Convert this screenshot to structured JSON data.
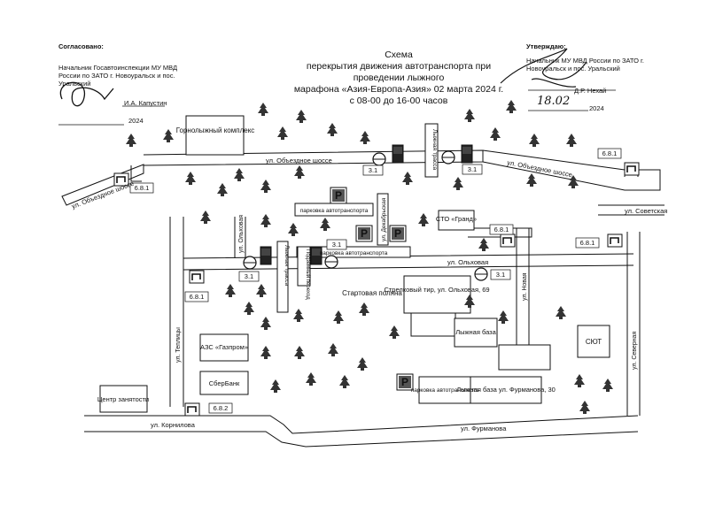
{
  "header": {
    "left": {
      "label": "Согласовано:",
      "position": "Начальник Госавтоинспекции МУ МВД России по ЗАТО г. Новоуральск и пос. Уральский",
      "name": "И.А. Капустин",
      "year": "2024"
    },
    "right": {
      "label": "Утверждаю:",
      "position": "Начальник МУ МВД России по ЗАТО г. Новоуральск и пос. Уральский",
      "name": "Д.Р. Нехай",
      "date_handwritten": "18.02",
      "year": "2024"
    },
    "title_lines": [
      "Схема",
      "перекрытия движения  автотранспорта при проведении лыжного",
      "марафона «Азия-Европа-Азия» 02 марта 2024 г.",
      "с 08-00 до 16-00 часов"
    ]
  },
  "map": {
    "streets": {
      "obezdnoe_left": "ул. Объездное шоссе",
      "obezdnoe_top": "ул. Объездное шоссе",
      "obezdnoe_right": "ул. Объездное шоссе",
      "olkhovaya_vertical": "ул. Ольховая",
      "olkhovaya_horizontal": "ул. Ольховая",
      "teplitsy": "ул. Теплицы",
      "kornilova": "ул. Корнилова",
      "furmanova": "ул. Фурманова",
      "sovetskaya": "ул. Советская",
      "novaya": "ул. Новая",
      "severnaya": "ул. Северная",
      "dekabristov": "ул. Декабрьская"
    },
    "places": {
      "ski_complex": "Горнолыжный комплекс",
      "start_field": "Стартовая поляна",
      "sto_grand": "СТО «Гранд»",
      "shooting_range": "Стрелковый тир, ул. Ольховая, 69",
      "ski_base": "Лыжная база",
      "ski_base_address": "Лыжная база ул. Фурманова, 30",
      "azs": "АЗС «Газпром»",
      "sberbank": "СберБанк",
      "employment_center": "Центр занятости",
      "syut": "СЮТ",
      "parking_top": "парковка автотранспорта",
      "parking_mid": "парковка автотранспорта",
      "parking_bottom": "парковка автотранспорта",
      "ski_track_top": "Лыжная трасса",
      "ski_track_mid": "Лыжная трасса",
      "underground_crossing": "Подземный переход"
    },
    "signs": {
      "s311": "3.1",
      "s312": "3.1",
      "s313": "3.1",
      "s314": "3.1",
      "s315": "3.1",
      "s681a": "6.8.1",
      "s681b": "6.8.1",
      "s681c": "6.8.1",
      "s681d": "6.8.1",
      "s681e": "6.8.1",
      "s682": "6.8.2",
      "parking_symbol": "P"
    }
  }
}
